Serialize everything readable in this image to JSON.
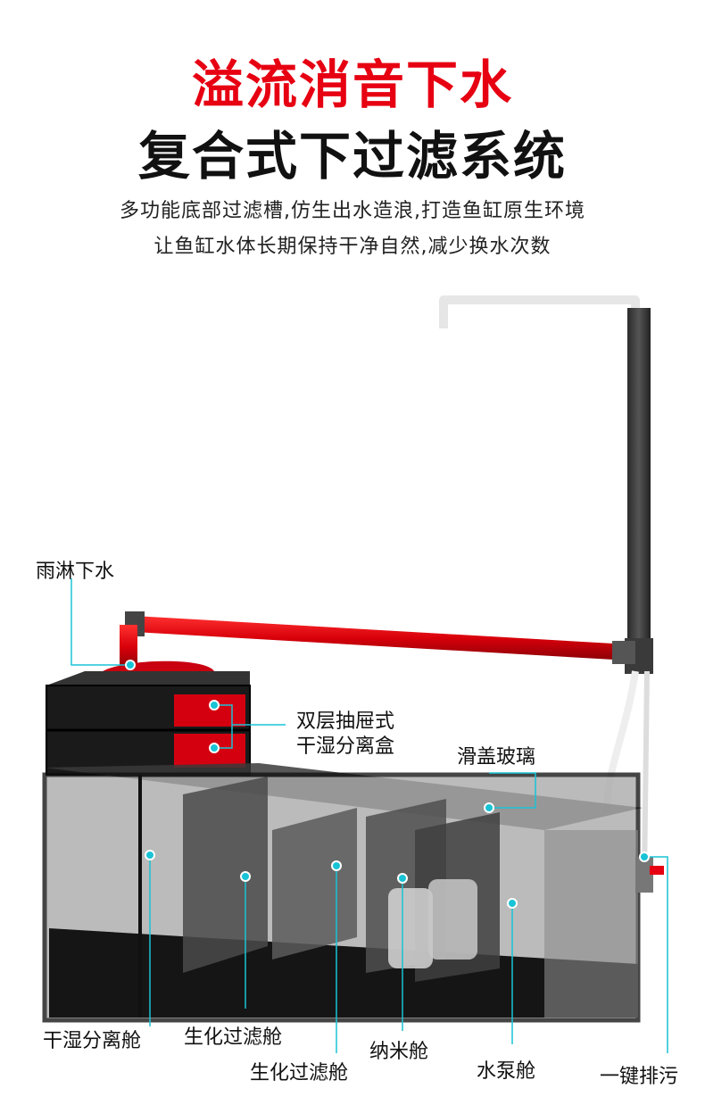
{
  "header": {
    "title_line1": "溢流消音下水",
    "title_line2": "复合式下过滤系统",
    "subtitle_line1": "多功能底部过滤槽,仿生出水造浪,打造鱼缸原生环境",
    "subtitle_line2": "让鱼缸水体长期保持干净自然,减少换水次数"
  },
  "labels": {
    "rain_drain": "雨淋下水",
    "drawer_line1": "双层抽屉式",
    "drawer_line2": "干湿分离盒",
    "sliding_glass": "滑盖玻璃",
    "dry_wet_chamber": "干湿分离舱",
    "bio_filter_1": "生化过滤舱",
    "bio_filter_2": "生化过滤舱",
    "nano_chamber": "纳米舱",
    "pump_chamber": "水泵舱",
    "drain_valve": "一键排污"
  },
  "colors": {
    "accent_red": "#e60012",
    "callout_cyan": "#19c3d6",
    "tank_frame": "#111111"
  }
}
